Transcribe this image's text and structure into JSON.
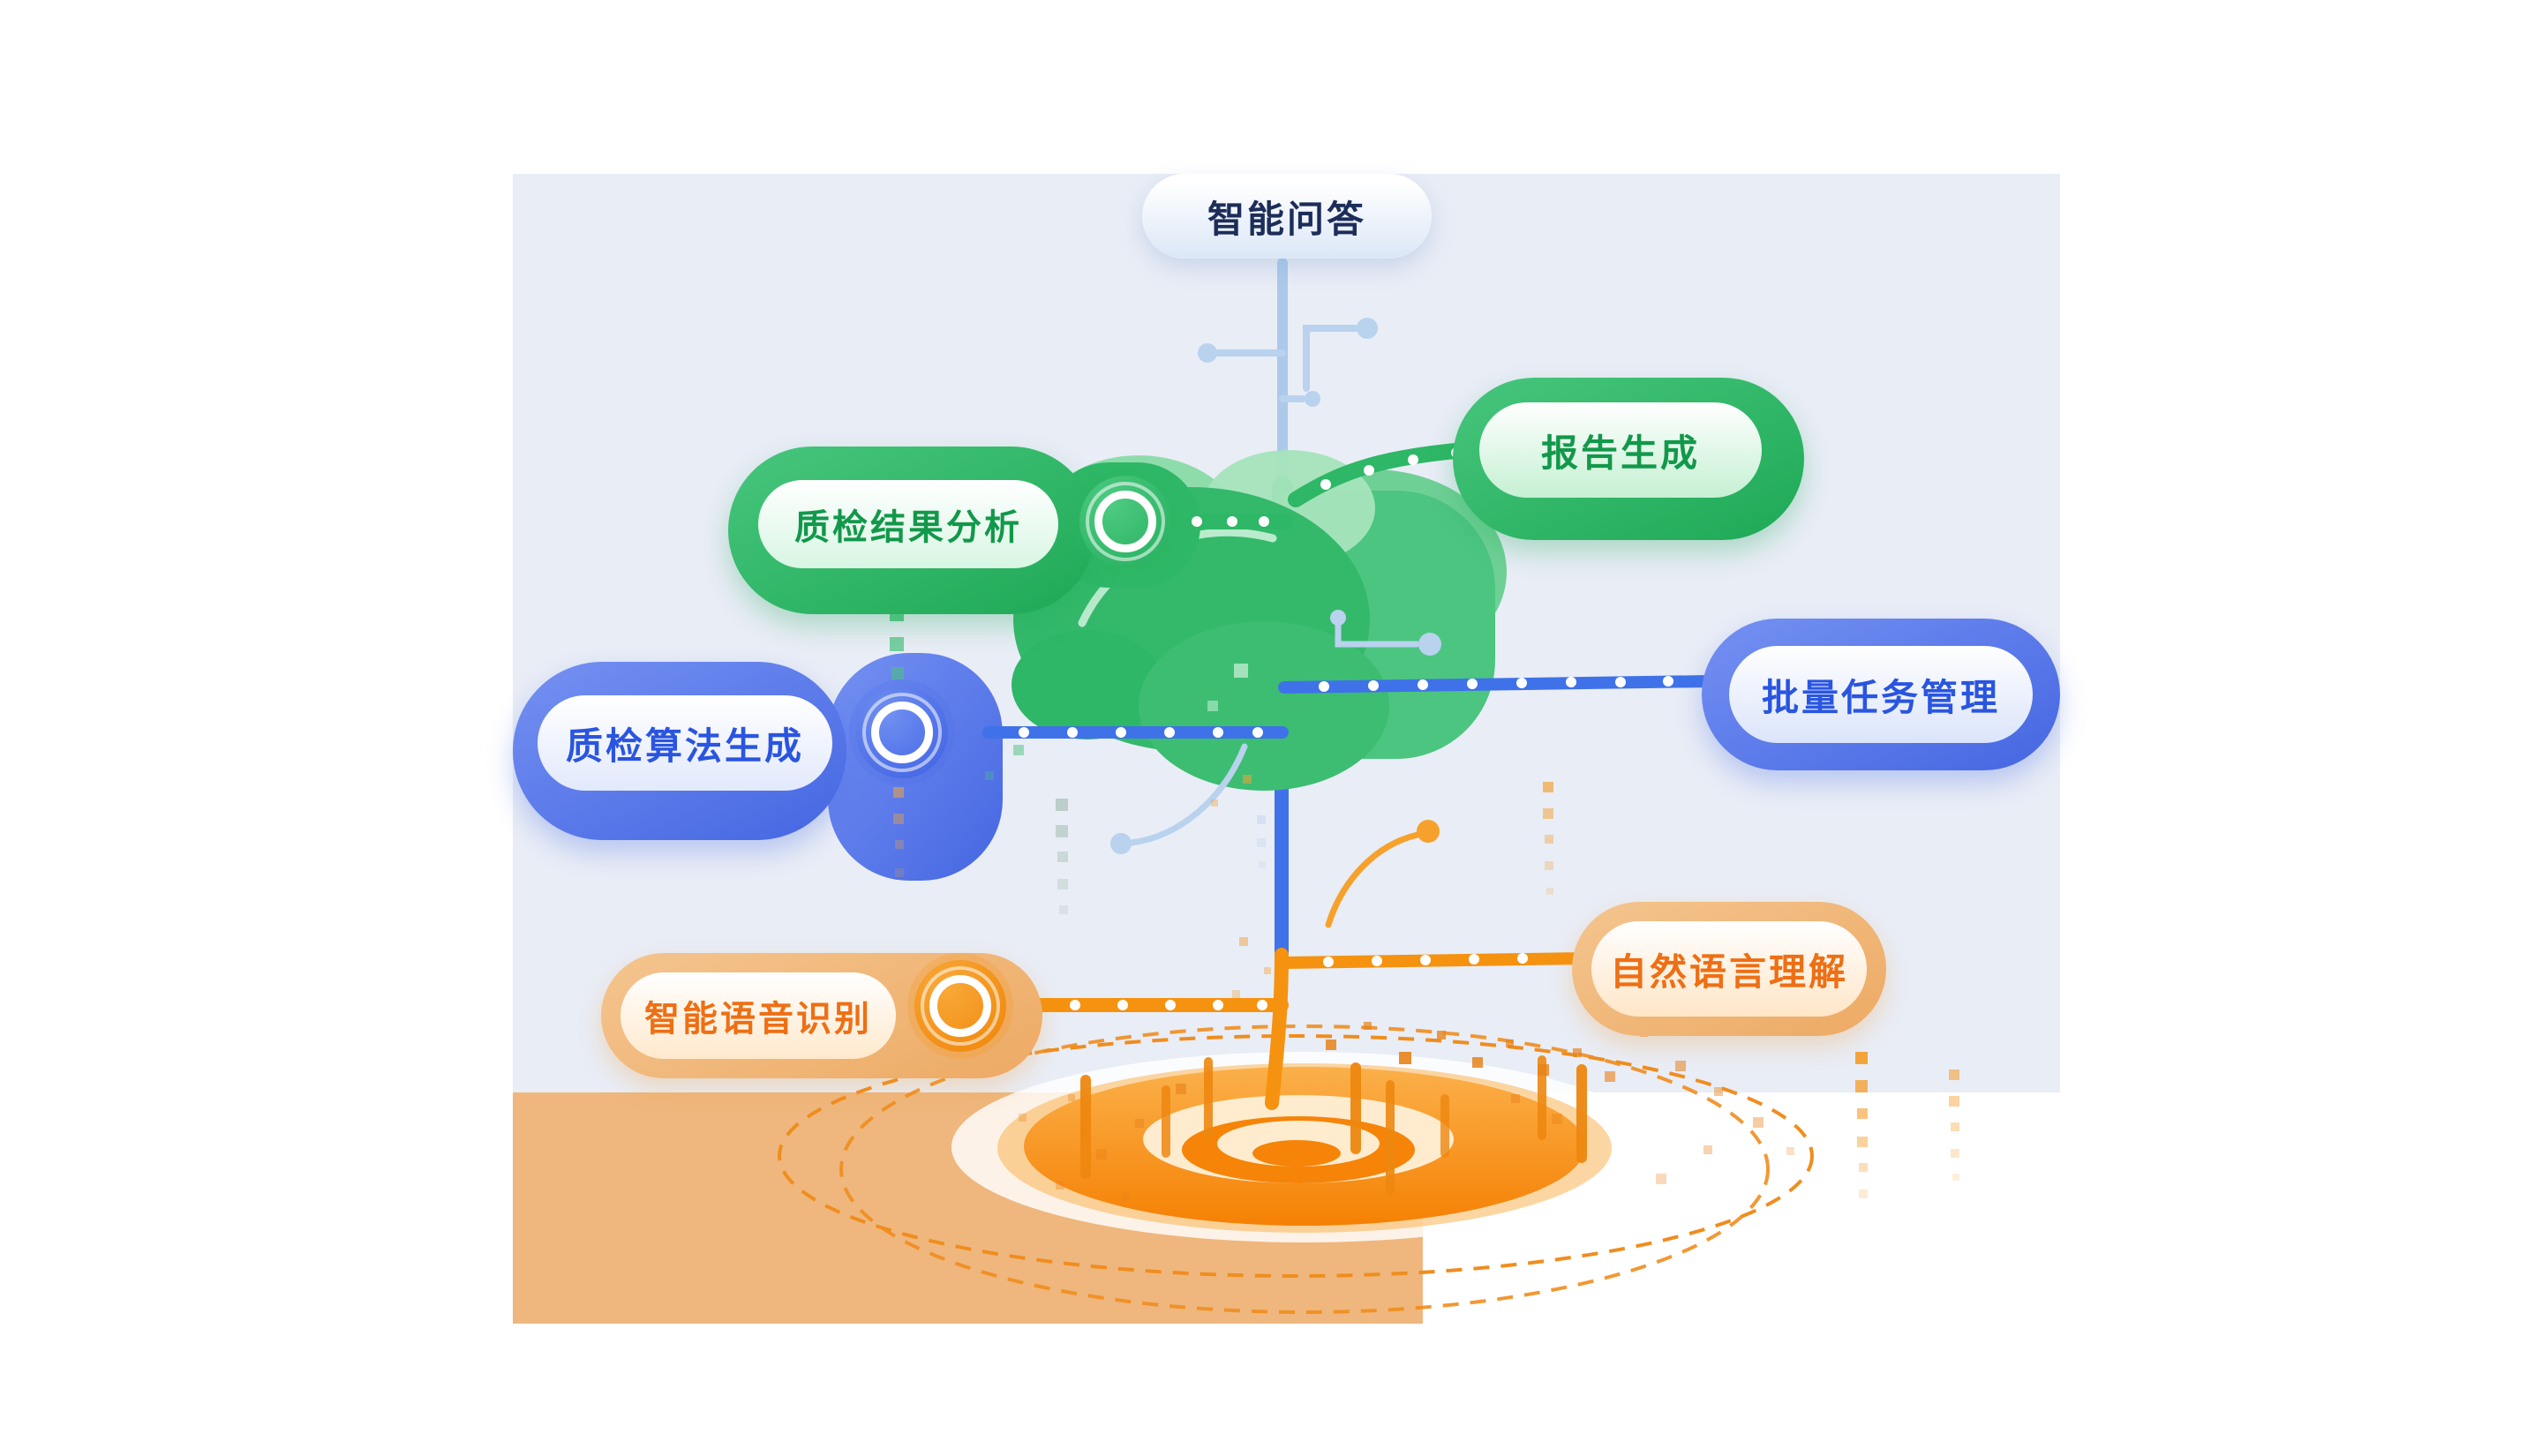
{
  "diagram": {
    "nodes": {
      "qa": {
        "label": "智能问答"
      },
      "report_generation": {
        "label": "报告生成"
      },
      "qc_result_analysis": {
        "label": "质检结果分析"
      },
      "batch_task_management": {
        "label": "批量任务管理"
      },
      "qc_algorithm_generation": {
        "label": "质检算法生成"
      },
      "natural_language_understanding": {
        "label": "自然语言理解"
      },
      "speech_recognition": {
        "label": "智能语音识别"
      }
    },
    "palette": {
      "background_panel": "#e9edf6",
      "ground_block": "#efb77d",
      "green": "#2eb766",
      "blue": "#3f72e8",
      "orange": "#f5920f",
      "light_blue_branch": "#b9d2ee",
      "qa_text": "#1d2d59",
      "green_text": "#12984a",
      "blue_text": "#2a55e0",
      "orange_text": "#ee6f14"
    }
  }
}
